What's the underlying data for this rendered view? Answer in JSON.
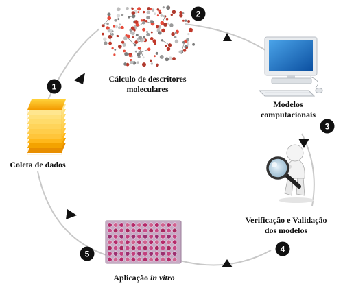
{
  "stages": [
    {
      "number": "1",
      "label": "Coleta de dados",
      "icon": "layered-documents-icon"
    },
    {
      "number": "2",
      "label_line1": "Cálculo de descritores",
      "label_line2": "moleculares",
      "icon": "molecule-structure-icon"
    },
    {
      "number": "3",
      "label_line1": "Modelos",
      "label_line2": "computacionais",
      "icon": "computer-icon"
    },
    {
      "number": "4",
      "label_line1": "Verificação e Validação",
      "label_line2": "dos modelos",
      "icon": "magnifying-glass-figure-icon"
    },
    {
      "number": "5",
      "label_prefix": "Aplicação ",
      "label_italic": "in vitro",
      "icon": "well-plate-icon"
    }
  ]
}
